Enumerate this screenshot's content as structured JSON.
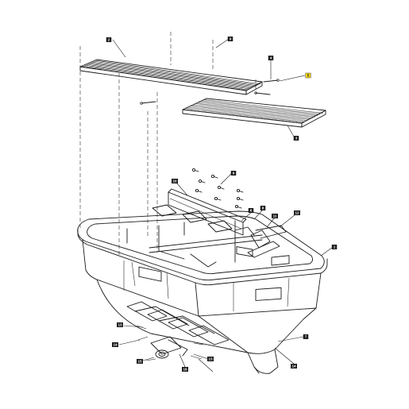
{
  "callouts": [
    {
      "id": "c2",
      "label": "2",
      "highlight": false
    },
    {
      "id": "c9a",
      "label": "9",
      "highlight": false
    },
    {
      "id": "c4",
      "label": "4",
      "highlight": false
    },
    {
      "id": "c5",
      "label": "5",
      "highlight": true
    },
    {
      "id": "c3",
      "label": "3",
      "highlight": false
    },
    {
      "id": "c9b",
      "label": "9",
      "highlight": false
    },
    {
      "id": "c10",
      "label": "10",
      "highlight": false
    },
    {
      "id": "c6",
      "label": "6",
      "highlight": false
    },
    {
      "id": "c8",
      "label": "8",
      "highlight": false
    },
    {
      "id": "c11",
      "label": "11",
      "highlight": false
    },
    {
      "id": "c12",
      "label": "12",
      "highlight": false
    },
    {
      "id": "c1",
      "label": "1",
      "highlight": false
    },
    {
      "id": "c7",
      "label": "7",
      "highlight": false
    },
    {
      "id": "c13a",
      "label": "13",
      "highlight": false
    },
    {
      "id": "c14a",
      "label": "14",
      "highlight": false
    },
    {
      "id": "c16",
      "label": "16",
      "highlight": false
    },
    {
      "id": "c15",
      "label": "15",
      "highlight": false
    },
    {
      "id": "c13b",
      "label": "13",
      "highlight": false
    },
    {
      "id": "c14b",
      "label": "14",
      "highlight": false
    }
  ],
  "colors": {
    "line": "#1a1a1a",
    "highlight": "#f2d21b",
    "background": "#ffffff"
  }
}
